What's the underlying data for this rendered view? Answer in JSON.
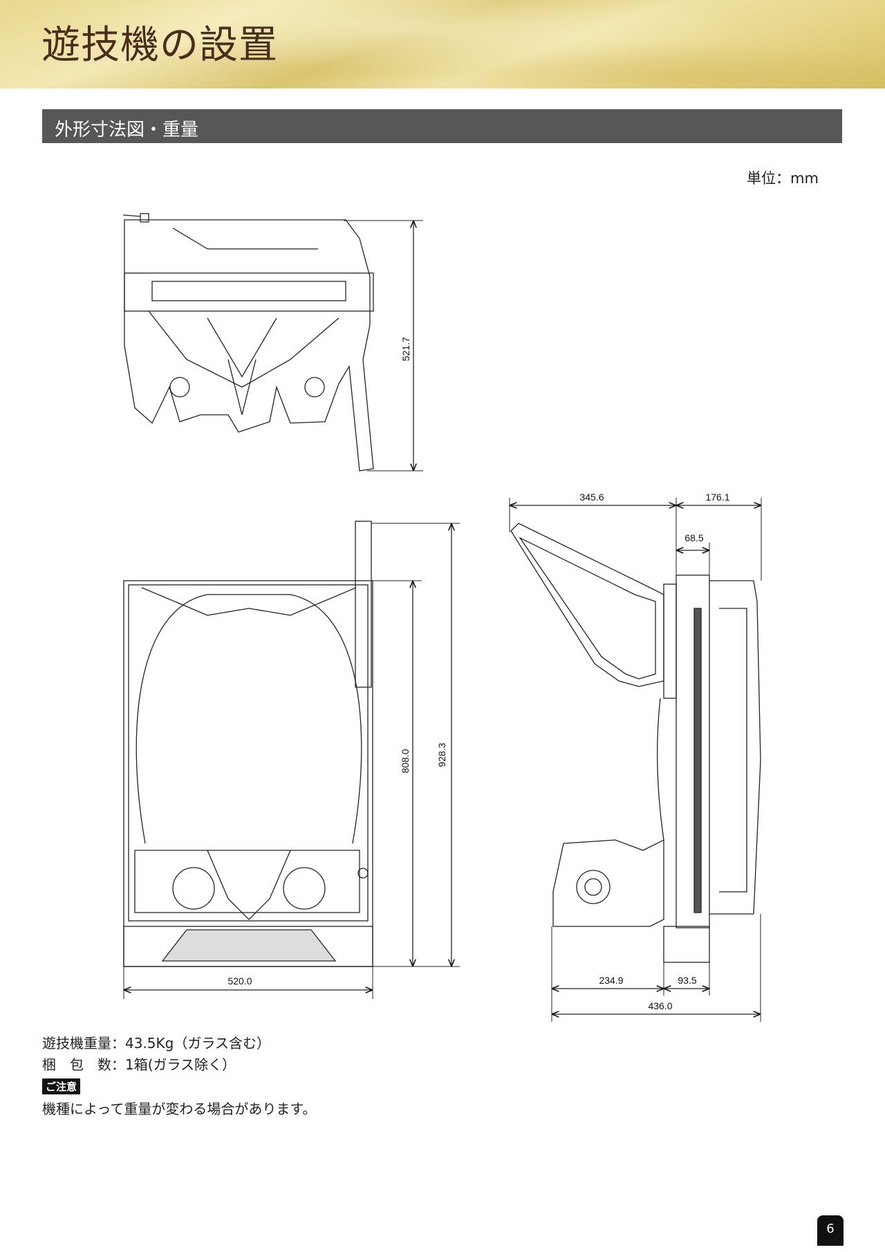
{
  "header": {
    "title": "遊技機の設置"
  },
  "section": {
    "title": "外形寸法図・重量"
  },
  "unit": "単位：mm",
  "dimensions": {
    "top_view": {
      "height": "521.7"
    },
    "front_view": {
      "inner_height": "808.0",
      "total_height": "928.3",
      "width": "520.0"
    },
    "side_view": {
      "glass_depth": "345.6",
      "rear_depth": "176.1",
      "frame_depth": "68.5",
      "tray_depth": "234.9",
      "base_depth": "93.5",
      "total_depth": "436.0"
    }
  },
  "specs": {
    "weight": "遊技機重量：43.5Kg（ガラス含む）",
    "packages": "梱　包　数：1箱(ガラス除く）"
  },
  "notice": {
    "label": "ご注意",
    "text": "機種によって重量が変わる場合があります。"
  },
  "page_number": "6"
}
